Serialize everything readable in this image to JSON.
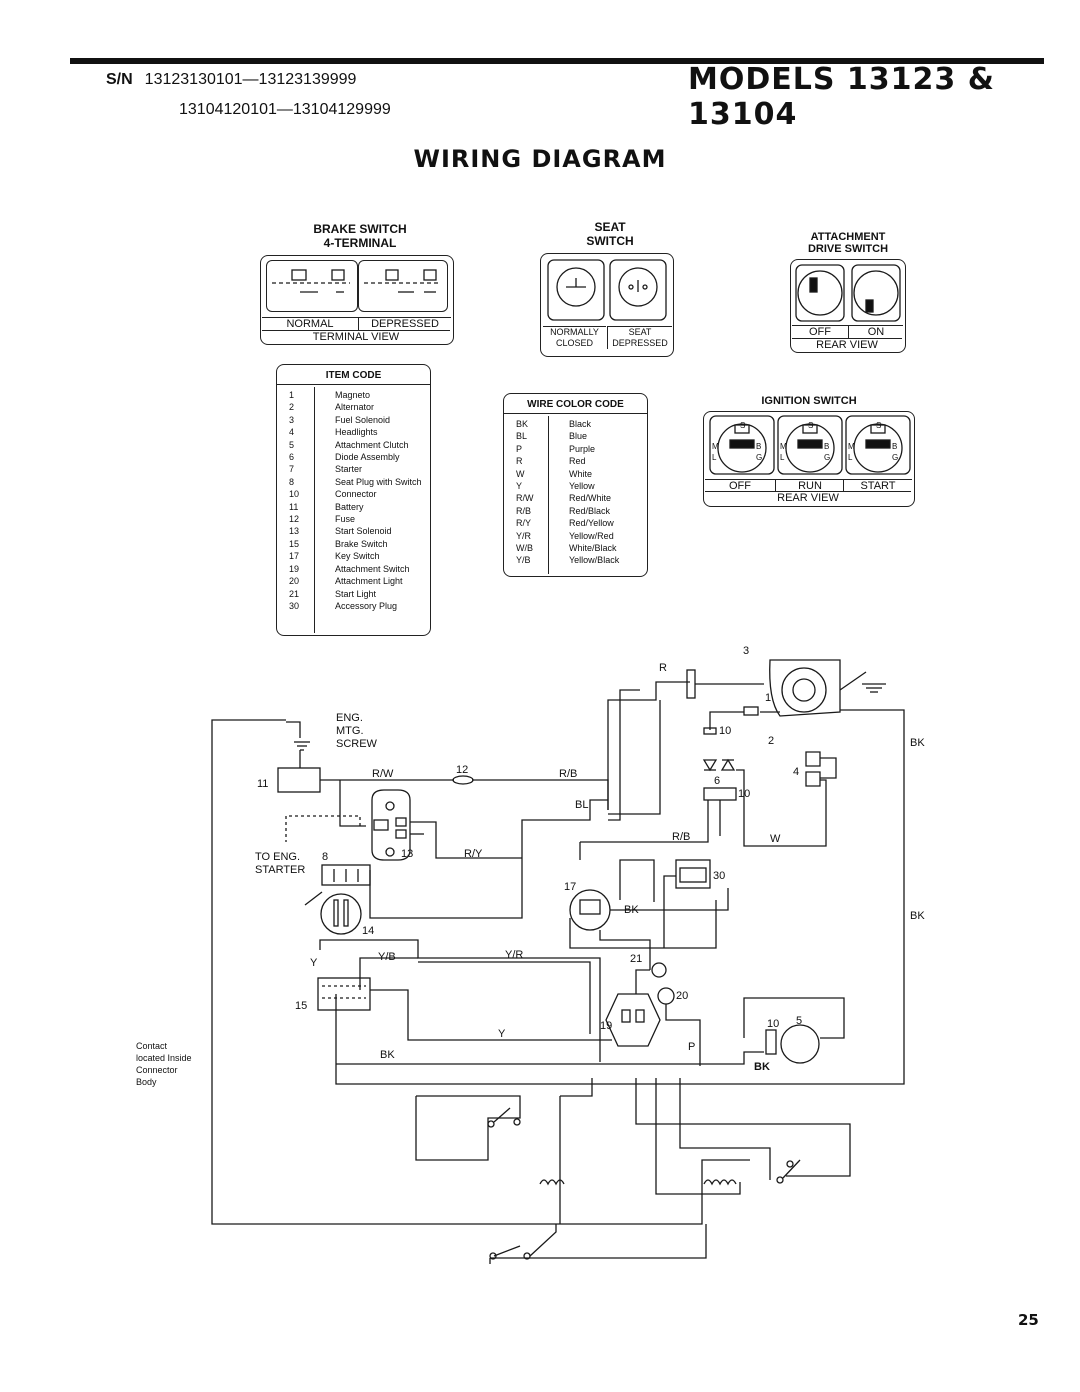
{
  "header": {
    "sn_label": "S/N",
    "sn_range1": "13123130101—13123139999",
    "sn_range2": "13104120101—13104129999",
    "models": "MODELS 13123 & 13104"
  },
  "title": "WIRING DIAGRAM",
  "brake_switch": {
    "title1": "BRAKE SWITCH",
    "title2": "4-TERMINAL",
    "normal": "NORMAL",
    "depressed": "DEPRESSED",
    "view": "TERMINAL VIEW"
  },
  "seat_switch": {
    "title1": "SEAT",
    "title2": "SWITCH",
    "left1": "NORMALLY",
    "left2": "CLOSED",
    "right1": "SEAT",
    "right2": "DEPRESSED"
  },
  "attachment_switch": {
    "title1": "ATTACHMENT",
    "title2": "DRIVE SWITCH",
    "off": "OFF",
    "on": "ON",
    "view": "REAR VIEW"
  },
  "ignition_switch": {
    "title": "IGNITION SWITCH",
    "off": "OFF",
    "run": "RUN",
    "start": "START",
    "view": "REAR VIEW"
  },
  "item_code": {
    "title": "ITEM CODE",
    "rows": [
      [
        "1",
        "Magneto"
      ],
      [
        "2",
        "Alternator"
      ],
      [
        "3",
        "Fuel Solenoid"
      ],
      [
        "4",
        "Headlights"
      ],
      [
        "5",
        "Attachment Clutch"
      ],
      [
        "6",
        "Diode Assembly"
      ],
      [
        "7",
        "Starter"
      ],
      [
        "8",
        "Seat Plug with Switch"
      ],
      [
        "10",
        "Connector"
      ],
      [
        "11",
        "Battery"
      ],
      [
        "12",
        "Fuse"
      ],
      [
        "13",
        "Start Solenoid"
      ],
      [
        "15",
        "Brake Switch"
      ],
      [
        "17",
        "Key Switch"
      ],
      [
        "19",
        "Attachment Switch"
      ],
      [
        "20",
        "Attachment Light"
      ],
      [
        "21",
        "Start Light"
      ],
      [
        "30",
        "Accessory Plug"
      ]
    ]
  },
  "wire_color_code": {
    "title": "WIRE COLOR CODE",
    "rows": [
      [
        "BK",
        "Black"
      ],
      [
        "BL",
        "Blue"
      ],
      [
        "P",
        "Purple"
      ],
      [
        "R",
        "Red"
      ],
      [
        "W",
        "White"
      ],
      [
        "Y",
        "Yellow"
      ],
      [
        "R/W",
        "Red/White"
      ],
      [
        "R/B",
        "Red/Black"
      ],
      [
        "R/Y",
        "Red/Yellow"
      ],
      [
        "Y/R",
        "Yellow/Red"
      ],
      [
        "W/B",
        "White/Black"
      ],
      [
        "Y/B",
        "Yellow/Black"
      ]
    ]
  },
  "schematic": {
    "eng_mtg_screw": [
      "ENG.",
      "MTG.",
      "SCREW"
    ],
    "to_eng_starter": [
      "TO ENG.",
      "STARTER"
    ],
    "contact_note": [
      "Contact",
      "located Inside",
      "Connector",
      "Body"
    ],
    "wires": {
      "rw": "R/W",
      "rb": "R/B",
      "r": "R",
      "bl": "BL",
      "rb2": "R/B",
      "w": "W",
      "ry": "R/Y",
      "bk1": "BK",
      "bk2": "BK",
      "bk3": "BK",
      "yb": "Y/B",
      "yr": "Y/R",
      "y1": "Y",
      "y2": "Y",
      "bk4": "BK",
      "p": "P",
      "bk5": "BK"
    },
    "items": {
      "n1": "1",
      "n2": "2",
      "n3": "3",
      "n4": "4",
      "n5": "5",
      "n6": "6",
      "n8": "8",
      "n10a": "10",
      "n10b": "10",
      "n10c": "10",
      "n11": "11",
      "n12": "12",
      "n13": "13",
      "n14": "14",
      "n15": "15",
      "n17": "17",
      "n19": "19",
      "n20": "20",
      "n21": "21",
      "n30": "30"
    }
  },
  "page_number": "25"
}
